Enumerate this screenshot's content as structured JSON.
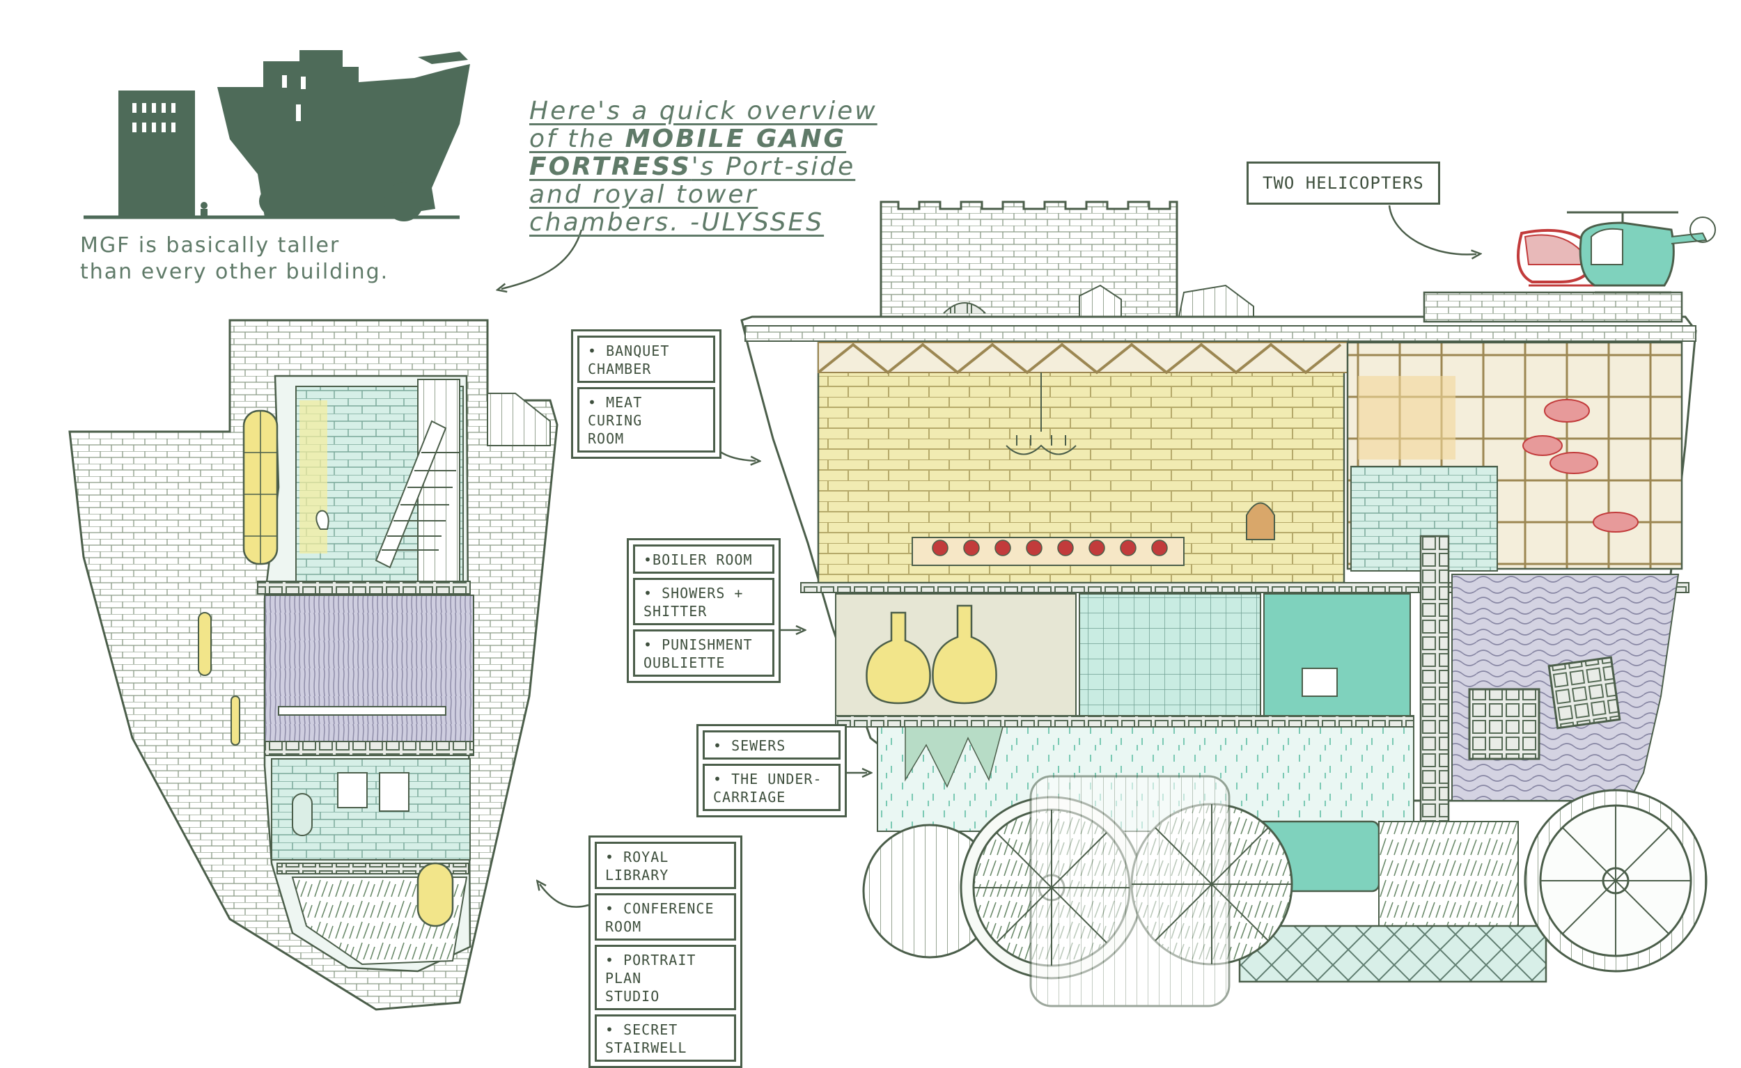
{
  "title_note": {
    "line1": "Here's a quick overview",
    "line2a": "of the ",
    "line2b": "MOBILE GANG",
    "line3a": "FORTRESS",
    "line3b": "'s Port-side",
    "line4": "and royal tower",
    "line5": "chambers. -ULYSSES"
  },
  "height_note": {
    "line1": "MGF is basically taller",
    "line2": "than every other building."
  },
  "helicopters_label": "TWO HELICOPTERS",
  "legend_banquet": [
    "• BANQUET\nCHAMBER",
    "• MEAT CURING\nROOM"
  ],
  "legend_boiler": [
    "•BOILER ROOM",
    "• SHOWERS +\nSHITTER",
    "• PUNISHMENT\nOUBLIETTE"
  ],
  "legend_sewers": [
    "• SEWERS",
    "• THE UNDER-\nCARRIAGE"
  ],
  "legend_tower": [
    "• ROYAL LIBRARY",
    "• CONFERENCE\nROOM",
    "• PORTRAIT PLAN\nSTUDIO",
    "• SECRET\nSTAIRWELL"
  ],
  "colors": {
    "ink": "#4b5e4a",
    "silhouette": "#4e6b59",
    "yellow_wash": "#f1ebb2",
    "teal_wash": "#7fd2bd",
    "lavender_wash": "#c9c7dc",
    "red_pencil": "#c23b3b"
  }
}
